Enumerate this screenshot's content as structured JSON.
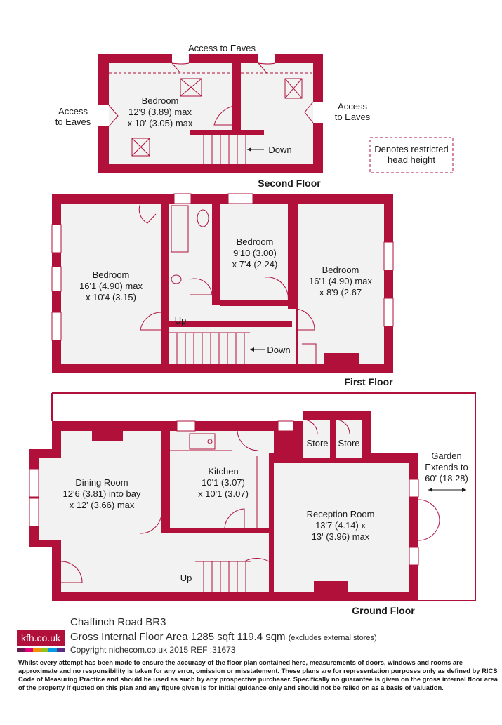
{
  "floors": {
    "second": {
      "title": "Second Floor",
      "bedroom": {
        "name": "Bedroom",
        "dim1": "12'9 (3.89) max",
        "dim2": "x 10' (3.05) max"
      },
      "access_top": "Access to Eaves",
      "access_left": [
        "Access",
        "to Eaves"
      ],
      "access_right": [
        "Access",
        "to Eaves"
      ],
      "down": "Down",
      "legend": [
        "Denotes restricted",
        "head height"
      ]
    },
    "first": {
      "title": "First Floor",
      "bedroom_left": {
        "name": "Bedroom",
        "dim1": "16'1 (4.90) max",
        "dim2": "x 10'4 (3.15)"
      },
      "bedroom_mid": {
        "name": "Bedroom",
        "dim1": "9'10 (3.00)",
        "dim2": "x 7'4 (2.24)"
      },
      "bedroom_right": {
        "name": "Bedroom",
        "dim1": "16'1 (4.90) max",
        "dim2": "x 8'9 (2.67"
      },
      "up": "Up",
      "down": "Down"
    },
    "ground": {
      "title": "Ground Floor",
      "dining": {
        "name": "Dining Room",
        "dim1": "12'6 (3.81) into bay",
        "dim2": "x 12' (3.66) max"
      },
      "kitchen": {
        "name": "Kitchen",
        "dim1": "10'1 (3.07)",
        "dim2": "x 10'1 (3.07)"
      },
      "reception": {
        "name": "Reception Room",
        "dim1": "13'7 (4.14) x",
        "dim2": "13' (3.96) max"
      },
      "store1": "Store",
      "store2": "Store",
      "garden": [
        "Garden",
        "Extends to",
        "60' (18.28)"
      ],
      "up": "Up"
    }
  },
  "footer": {
    "address": "Chaffinch Road  BR3",
    "area": "Gross Internal Floor Area 1285 sqft 119.4 sqm",
    "area_note": "(excludes external stores)",
    "copyright": "Copyright nichecom.co.uk 2015 REF :31673",
    "logo": "kfh.co.uk",
    "logo_colors": [
      "#6a1b4d",
      "#e2007a",
      "#f39200",
      "#95c11f",
      "#009ee0",
      "#5b2c83"
    ],
    "disclaimer": "Whilst every attempt has been made to ensure the accuracy of the floor plan contained here, measurements of doors, windows and rooms are approximate and no responsibility is taken for any error, omission or misstatement.  These plans are for representation purposes only as defined by RICS Code of Measuring Practice and should be used as such by any prospective purchaser.  Specifically no guarantee is given on the gross internal floor area of the property if quoted on this plan and any figure given is for initial guidance only and should not be relied on as a basis of valuation."
  },
  "colors": {
    "wall": "#b0103a",
    "floor": "#f2f2f2"
  }
}
